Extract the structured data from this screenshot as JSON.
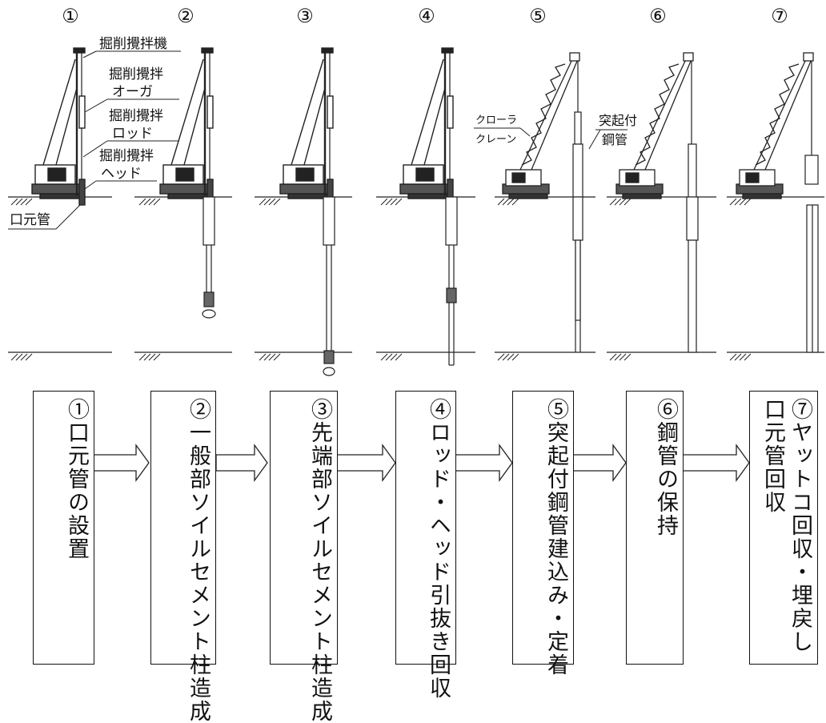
{
  "stage_numbers": [
    "①",
    "②",
    "③",
    "④",
    "⑤",
    "⑥",
    "⑦"
  ],
  "labels": {
    "machine": "掘削攪拌機",
    "auger": [
      "掘削攪拌",
      "オーガ"
    ],
    "rod": [
      "掘削攪拌",
      "ロッド"
    ],
    "head": [
      "掘削攪拌",
      "ヘッド"
    ],
    "casing": "口元管",
    "crawler": [
      "クローラ",
      "クレーン"
    ],
    "pipe": [
      "突起付",
      "鋼管"
    ]
  },
  "steps": [
    {
      "lines": [
        "①口元管の設置"
      ]
    },
    {
      "lines": [
        "②一般部ソイルセメント柱造成"
      ]
    },
    {
      "lines": [
        "③先端部ソイルセメント柱造成"
      ]
    },
    {
      "lines": [
        "④ロッド・ヘッド引抜き回収"
      ]
    },
    {
      "lines": [
        "⑤突起付鋼管建込み・定着"
      ]
    },
    {
      "lines": [
        "⑥鋼管の保持"
      ]
    },
    {
      "lines": [
        "⑦ヤットコ回収・埋戻し",
        "口元管回収"
      ]
    }
  ]
}
